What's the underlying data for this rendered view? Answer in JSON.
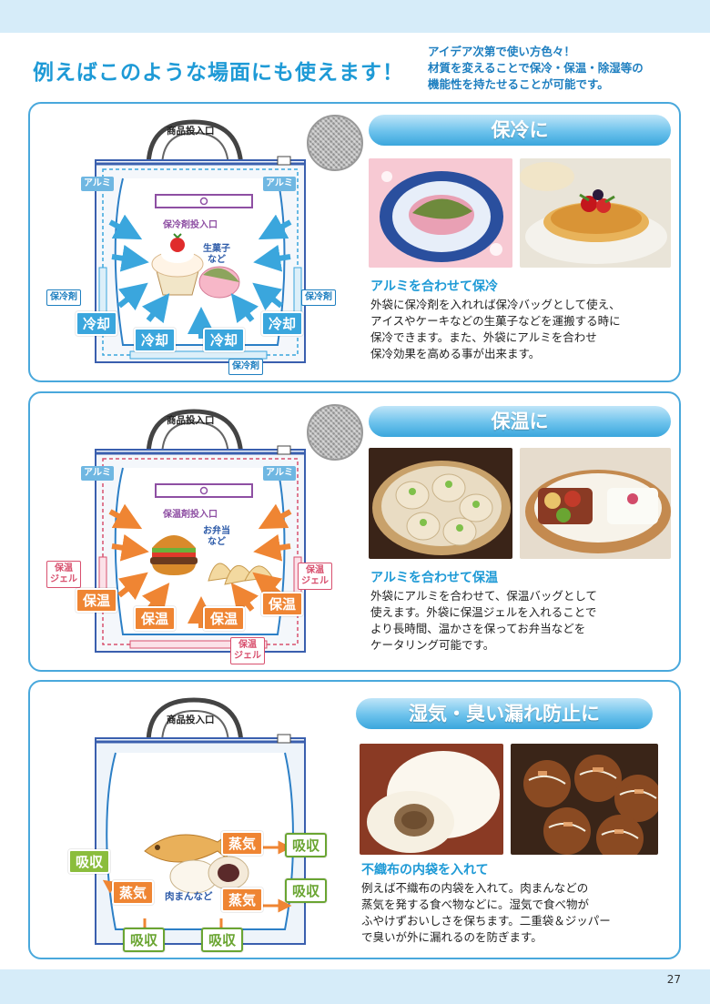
{
  "page": {
    "headline": "例えばこのような場面にも使えます！",
    "intro_lines": [
      "アイデア次第で使い方色々！",
      "材質を変えることで保冷・保温・除湿等の",
      "機能性を持たせることが可能です。"
    ],
    "page_number": "27"
  },
  "sections": [
    {
      "banner": "保冷に",
      "subheading": "アルミを合わせて保冷",
      "body_lines": [
        "外袋に保冷剤を入れれば保冷バッグとして使え、",
        "アイスやケーキなどの生菓子などを運搬する時に",
        "保冷できます。また、外袋にアルミを合わせ",
        "保冷効果を高める事が出来ます。"
      ],
      "diagram": {
        "opening": "商品投入口",
        "material_tag": "アルミ",
        "agent_slot": "保冷剤投入口",
        "agent_label": "保冷剤",
        "food_label": "生菓子\nなど",
        "effect": "冷却"
      }
    },
    {
      "banner": "保温に",
      "subheading": "アルミを合わせて保温",
      "body_lines": [
        "外袋にアルミを合わせて、保温バッグとして",
        "使えます。外袋に保温ジェルを入れることで",
        "より長時間、温かさを保ってお弁当などを",
        "ケータリング可能です。"
      ],
      "diagram": {
        "opening": "商品投入口",
        "material_tag": "アルミ",
        "agent_slot": "保温剤投入口",
        "agent_label": "保温\nジェル",
        "food_label": "お弁当\nなど",
        "effect": "保温"
      }
    },
    {
      "banner": "湿気・臭い漏れ防止に",
      "subheading": "不織布の内袋を入れて",
      "body_lines": [
        "例えば不織布の内袋を入れて。肉まんなどの",
        "蒸気を発する食べ物などに。湿気で食べ物が",
        "ふやけずおいしさを保ちます。二重袋＆ジッパー",
        "で臭いが外に漏れるのを防ぎます。"
      ],
      "diagram": {
        "opening": "商品投入口",
        "food_label": "肉まんなど",
        "steam": "蒸気",
        "absorb": "吸収"
      }
    }
  ],
  "colors": {
    "accent_blue": "#1e9ad6",
    "panel_border": "#49a8dc",
    "cold_arrow": "#3aa6dd",
    "warm_arrow": "#ef8533",
    "absorb_green": "#6aa532",
    "slot_purple": "#8e4fa3",
    "gel_pink": "#d8506e"
  }
}
